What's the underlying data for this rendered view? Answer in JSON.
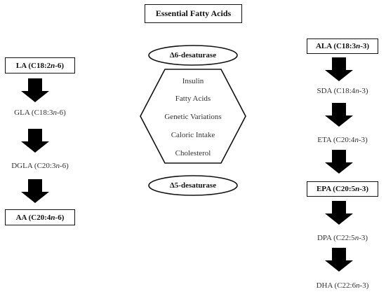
{
  "title": "Essential Fatty Acids",
  "left_chain": {
    "la": "LA (C18:2n-6)",
    "gla": "GLA (C18:3n-6)",
    "dgla": "DGLA (C20:3n-6)",
    "aa": "AA (C20:4n-6)"
  },
  "right_chain": {
    "ala": "ALA (C18:3n-3)",
    "sda": "SDA (C18:4n-3)",
    "eta": "ETA (C20:4n-3)",
    "epa": "EPA (C20:5n-3)",
    "dpa": "DPA (C22:5n-3)",
    "dha": "DHA (C22:6n-3)"
  },
  "enzymes": {
    "delta6": "Δ6-desaturase",
    "delta5": "Δ5-desaturase"
  },
  "factors": [
    "Insulin",
    "Fatty Acids",
    "Genetic Variations",
    "Caloric Intake",
    "Cholesterol"
  ],
  "colors": {
    "line": "#111111",
    "arrow": "#000000",
    "text": "#333333"
  }
}
